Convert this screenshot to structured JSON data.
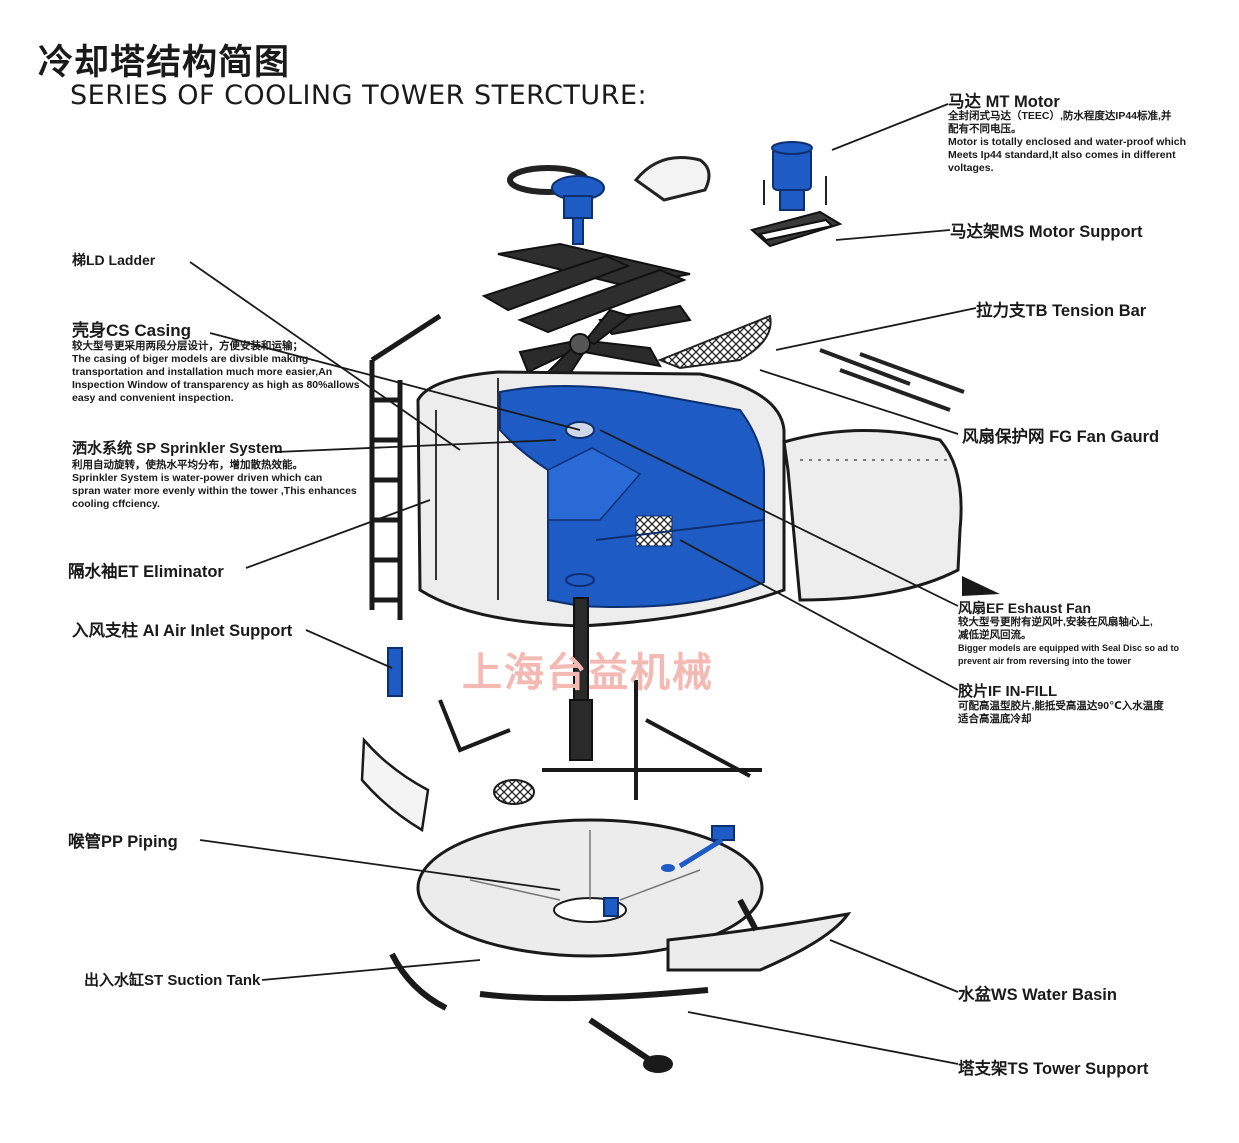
{
  "title_cn": "冷却塔结构简图",
  "title_en": "SERIES OF COOLING TOWER STERCTURE:",
  "watermark": "上海台益机械",
  "colors": {
    "accent_blue": "#1f5bc4",
    "outline": "#1a1a1a",
    "panel": "#ececec",
    "watermark": "#f4b9b3"
  },
  "labels": {
    "motor": {
      "name": "马达 MT  Motor",
      "desc": [
        "全封闭式马达（TEEC）,防水程度达IP44标准,并",
        "配有不同电压。",
        "Motor is totally enclosed and water-proof which",
        "Meets Ip44 standard,It also comes in different",
        "voltages."
      ]
    },
    "motor_support": {
      "name": "马达架MS  Motor Support"
    },
    "tension_bar": {
      "name": "拉力支TB  Tension Bar"
    },
    "fan_guard": {
      "name": "风扇保护网  FG  Fan Gaurd"
    },
    "exhaust_fan": {
      "name": "风扇EF  Eshaust Fan",
      "desc": [
        "较大型号更附有逆风叶,安装在风扇轴心上,",
        "减低逆风回流。",
        "Bigger models are equipped with Seal Disc so ad to",
        "prevent air from reversing into the tower"
      ]
    },
    "infill": {
      "name": "胶片IF  IN-FILL",
      "desc": [
        "可配高温型胶片,能抵受高温达90℃入水温度",
        "适合高温底冷却"
      ]
    },
    "water_basin": {
      "name": "水盆WS  Water Basin"
    },
    "tower_support": {
      "name": "塔支架TS  Tower Support"
    },
    "ladder": {
      "name": "梯LD   Ladder"
    },
    "casing": {
      "name": "壳身CS  Casing",
      "desc": [
        "较大型号更采用两段分层设计，方便安装和运输；",
        "The casing of biger models are divsible making",
        "transportation and installation much more easier,An",
        "Inspection Window of transparency as high as 80%allows",
        "easy and convenient inspection."
      ]
    },
    "sprinkler": {
      "name": "洒水系统 SP  Sprinkler System",
      "desc": [
        "利用自动旋转，使热水平均分布，增加散热效能。",
        "Sprinkler System is water-power driven which can",
        "spran water more evenly within the tower ,This enhances",
        "cooling cffciency."
      ]
    },
    "eliminator": {
      "name": "隔水袖ET Eliminator"
    },
    "air_inlet": {
      "name": "入风支柱 AI  Air Inlet Support"
    },
    "piping": {
      "name": "喉管PP  Piping"
    },
    "suction_tank": {
      "name": "出入水缸ST  Suction Tank"
    }
  }
}
